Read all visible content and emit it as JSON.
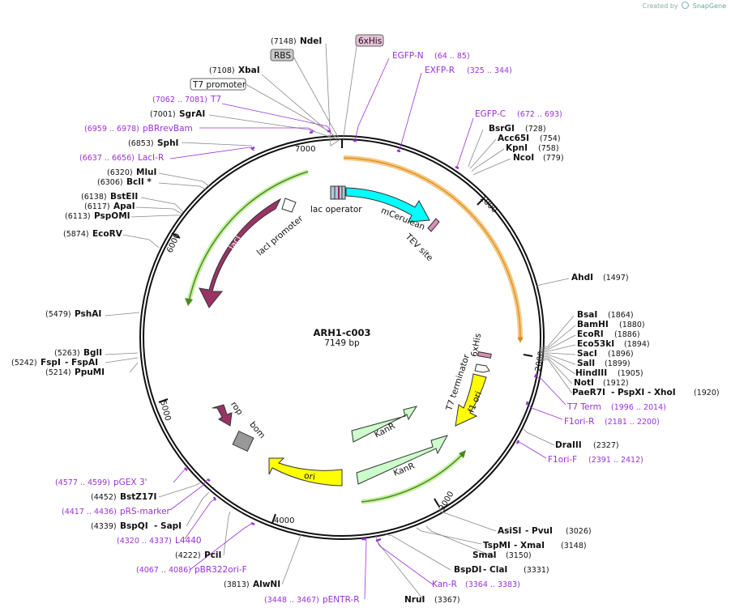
{
  "app": {
    "credit": "Created by",
    "brand": "SnapGene"
  },
  "plasmid": {
    "name": "ARH1-c003",
    "size": "7149 bp"
  },
  "ticks": [
    "1000",
    "2000",
    "3000",
    "4000",
    "5000",
    "6000",
    "7000"
  ],
  "features": {
    "lac_operator": "lac operator",
    "mCerulean": "mCerulean",
    "TEV_site": "TEV site",
    "lacI_promoter": "lacI promoter",
    "lacI": "lacI",
    "his6": "6xHis",
    "T7_terminator": "T7 terminator",
    "f1_ori": "f1 ori",
    "rop": "rop",
    "bom": "bom",
    "KanR_1": "KanR",
    "KanR_2": "KanR",
    "ori": "ori",
    "RBS": "RBS",
    "his6_top": "6xHis",
    "T7_promoter": "T7 promoter"
  },
  "sites": [
    {
      "name": "NdeI",
      "pos": "(7148)"
    },
    {
      "name": "XbaI",
      "pos": "(7108)"
    },
    {
      "name": "SgrAI",
      "pos": "(7001)"
    },
    {
      "name": "SphI",
      "pos": "(6853)"
    },
    {
      "name": "MluI",
      "pos": "(6320)"
    },
    {
      "name": "BclI *",
      "pos": "(6306)"
    },
    {
      "name": "BstEII",
      "pos": "(6138)"
    },
    {
      "name": "ApaI",
      "pos": "(6117)"
    },
    {
      "name": "PspOMI",
      "pos": "(6113)"
    },
    {
      "name": "EcoRV",
      "pos": "(5874)"
    },
    {
      "name": "PshAI",
      "pos": "(5479)"
    },
    {
      "name": "BglI",
      "pos": "(5263)"
    },
    {
      "name": "FspI",
      "pos": "(5242)",
      "extra": "- FspAI"
    },
    {
      "name": "PpuMI",
      "pos": "(5214)"
    },
    {
      "name": "BstZ17I",
      "pos": "(4452)"
    },
    {
      "name": "BspQI",
      "pos": "(4339)",
      "extra": "- SapI"
    },
    {
      "name": "PciI",
      "pos": "(4222)"
    },
    {
      "name": "AlwNI",
      "pos": "(3813)"
    },
    {
      "name": "NruI",
      "pos": "(3367)"
    },
    {
      "name": "BspDI",
      "pos": "(3331)",
      "extra": "- ClaI"
    },
    {
      "name": "SmaI",
      "pos": "(3150)"
    },
    {
      "name": "TspMI",
      "pos": "(3148)",
      "extra": "- XmaI"
    },
    {
      "name": "AsiSI",
      "pos": "(3026)",
      "extra": "- PvuI"
    },
    {
      "name": "BsrGI",
      "pos": "(728)"
    },
    {
      "name": "Acc65I",
      "pos": "(754)"
    },
    {
      "name": "KpnI",
      "pos": "(758)"
    },
    {
      "name": "NcoI",
      "pos": "(779)"
    },
    {
      "name": "AhdI",
      "pos": "(1497)"
    },
    {
      "name": "BsaI",
      "pos": "(1864)"
    },
    {
      "name": "BamHI",
      "pos": "(1880)"
    },
    {
      "name": "EcoRI",
      "pos": "(1886)"
    },
    {
      "name": "Eco53kI",
      "pos": "(1894)"
    },
    {
      "name": "SacI",
      "pos": "(1896)"
    },
    {
      "name": "SalI",
      "pos": "(1899)"
    },
    {
      "name": "HindIII",
      "pos": "(1905)"
    },
    {
      "name": "NotI",
      "pos": "(1912)"
    },
    {
      "name": "PaeR7I",
      "pos": "(1920)",
      "extra": "- PspXI  - XhoI"
    },
    {
      "name": "DraIII",
      "pos": "(2327)"
    }
  ],
  "primers": [
    {
      "name": "EGFP-N",
      "pos": "(64 .. 85)"
    },
    {
      "name": "EXFP-R",
      "pos": "(325 .. 344)"
    },
    {
      "name": "EGFP-C",
      "pos": "(672 .. 693)"
    },
    {
      "name": "T7",
      "pos": "(7062 .. 7081)"
    },
    {
      "name": "pBRrevBam",
      "pos": "(6959 .. 6978)"
    },
    {
      "name": "LacI-R",
      "pos": "(6637 .. 6656)"
    },
    {
      "name": "T7 Term",
      "pos": "(1996 .. 2014)"
    },
    {
      "name": "F1ori-R",
      "pos": "(2181 .. 2200)"
    },
    {
      "name": "F1ori-F",
      "pos": "(2391 .. 2412)"
    },
    {
      "name": "pGEX 3'",
      "pos": "(4577 .. 4599)"
    },
    {
      "name": "pRS-marker",
      "pos": "(4417 .. 4436)"
    },
    {
      "name": "L4440",
      "pos": "(4320 .. 4337)"
    },
    {
      "name": "pBR322ori-F",
      "pos": "(4067 .. 4086)"
    },
    {
      "name": "pENTR-R",
      "pos": "(3448 .. 3467)"
    },
    {
      "name": "Kan-R",
      "pos": "(3364 .. 3383)"
    }
  ],
  "colors": {
    "mCerulean": "#00ffff",
    "lacI": "#993366",
    "f1_ori": "#ffff00",
    "ori": "#ffff00",
    "KanR": "#ccffcc",
    "rop": "#993366",
    "bom": "#999999",
    "primer": "#9b30d9",
    "orange_arc": "#f5c882",
    "green_arc": "#4a8a1a"
  }
}
